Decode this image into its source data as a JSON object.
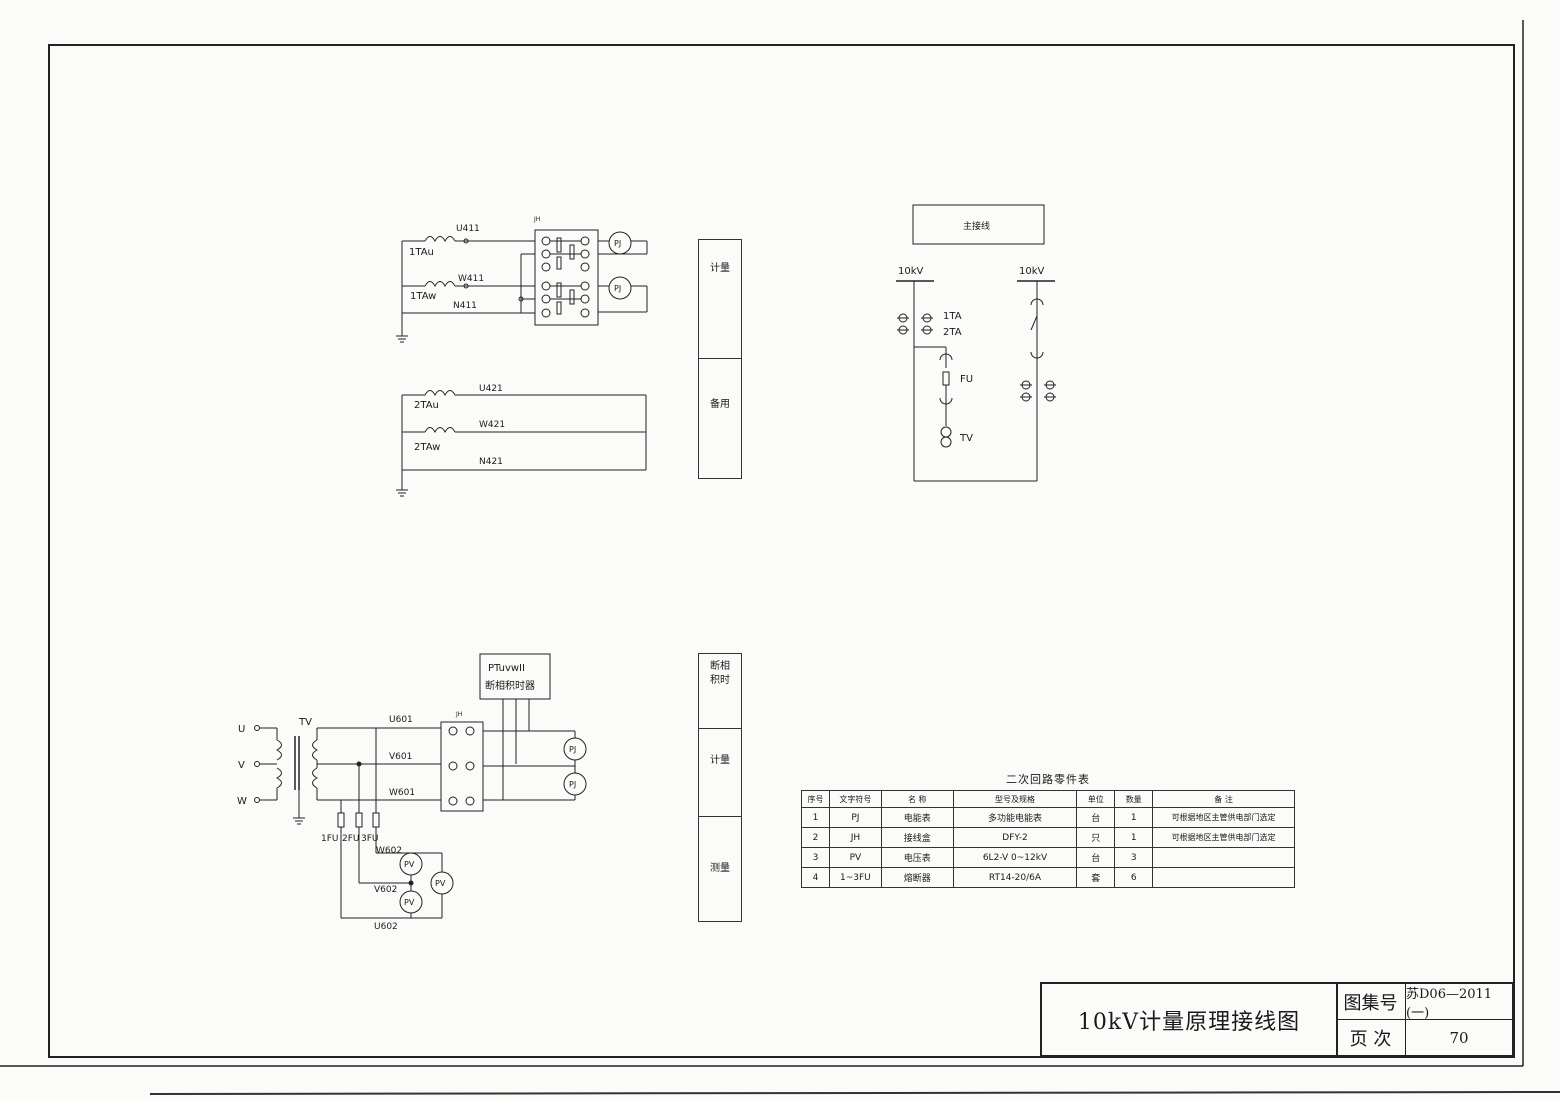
{
  "sheet_title": "10kV计量原理接线图",
  "atlas_label": "图集号",
  "atlas_number": "苏D06—2011 (一)",
  "page_label": "页 次",
  "page_number": "70",
  "main_wiring": {
    "title": "主接线",
    "bus_left": "10kV",
    "bus_right": "10kV",
    "ta1": "1TA",
    "ta2": "2TA",
    "fu": "FU",
    "tv": "TV"
  },
  "ct_circuit": {
    "jh": "JH",
    "u411": "U411",
    "w411": "W411",
    "n411": "N411",
    "t1u": "1TAu",
    "t1w": "1TAw",
    "pj": "PJ",
    "u421": "U421",
    "w421": "W421",
    "n421": "N421",
    "t2u": "2TAu",
    "t2w": "2TAw"
  },
  "section_labels": {
    "metering": "计量",
    "spare": "备用",
    "phase_timer": "断相积时",
    "metering2": "计量",
    "measure": "测量"
  },
  "vt_circuit": {
    "u": "U",
    "v": "V",
    "w": "W",
    "tv": "TV",
    "jh": "JH",
    "u601": "U601",
    "v601": "V601",
    "w601": "W601",
    "fu1": "1FU",
    "fu2": "2FU",
    "fu3": "3FU",
    "w602": "W602",
    "v602": "V602",
    "u602": "U602",
    "pv": "PV",
    "pj": "PJ",
    "timer_line1": "PTuvwII",
    "timer_line2": "断相积时器"
  },
  "parts_table": {
    "title": "二次回路零件表",
    "headers": [
      "序号",
      "文字符号",
      "名 称",
      "型号及规格",
      "单位",
      "数量",
      "备 注"
    ],
    "rows": [
      [
        "1",
        "PJ",
        "电能表",
        "多功能电能表",
        "台",
        "1",
        "可根据地区主管供电部门选定"
      ],
      [
        "2",
        "JH",
        "接线盒",
        "DFY-2",
        "只",
        "1",
        "可根据地区主管供电部门选定"
      ],
      [
        "3",
        "PV",
        "电压表",
        "6L2-V 0~12kV",
        "台",
        "3",
        ""
      ],
      [
        "4",
        "1~3FU",
        "熔断器",
        "RT14-20/6A",
        "套",
        "6",
        ""
      ]
    ]
  }
}
